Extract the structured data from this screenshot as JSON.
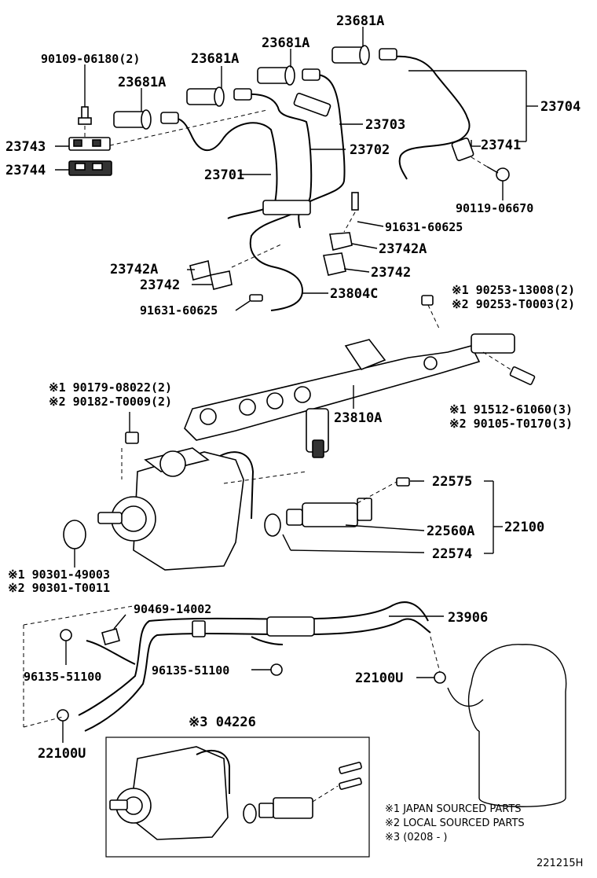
{
  "labels": {
    "p23681A_1": "23681A",
    "p23681A_2": "23681A",
    "p23681A_3": "23681A",
    "p23681A_4": "23681A",
    "p90109": "90109-06180(2)",
    "p23743": "23743",
    "p23744": "23744",
    "p23701": "23701",
    "p23702": "23702",
    "p23703": "23703",
    "p23704": "23704",
    "p23741": "23741",
    "p90119": "90119-06670",
    "p91631_a": "91631-60625",
    "p23742A_r": "23742A",
    "p23742_r": "23742",
    "p23742A_l": "23742A",
    "p23742_l": "23742",
    "p91631_b": "91631-60625",
    "p23804C": "23804C",
    "p90253_1": "※1 90253-13008(2)",
    "p90253_2": "※2 90253-T0003(2)",
    "p90179": "※1 90179-08022(2)",
    "p90182": "※2 90182-T0009(2)",
    "p23810A": "23810A",
    "p91512": "※1 91512-61060(3)",
    "p90105": "※2 90105-T0170(3)",
    "p22575": "22575",
    "p22560A": "22560A",
    "p22100": "22100",
    "p22574": "22574",
    "p90301_1": "※1 90301-49003",
    "p90301_2": "※2 90301-T0011",
    "p90469": "90469-14002",
    "p23906": "23906",
    "p96135_l": "96135-51100",
    "p96135_r": "96135-51100",
    "p22100U_r": "22100U",
    "p22100U_l": "22100U",
    "p04226": "※3 04226"
  },
  "notes": {
    "n1": "※1 JAPAN SOURCED PARTS",
    "n2": "※2 LOCAL SOURCED PARTS",
    "n3": "※3 (0208 -       )"
  },
  "figure_id": "221215H"
}
